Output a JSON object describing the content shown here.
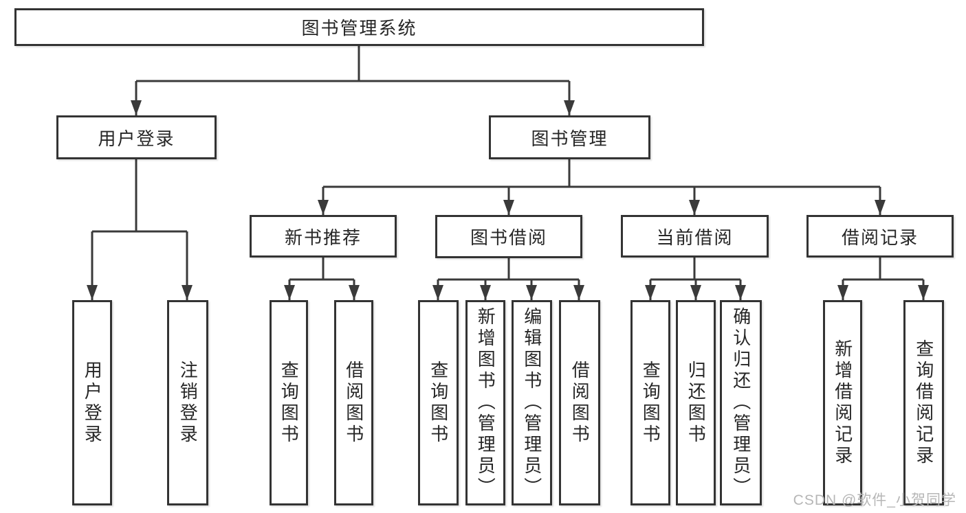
{
  "tree": {
    "root": "图书管理系统",
    "branches": [
      {
        "label": "用户登录",
        "leaves": [
          "用户登录",
          "注销登录"
        ]
      },
      {
        "label": "图书管理",
        "groups": [
          {
            "label": "新书推荐",
            "leaves": [
              "查询图书",
              "借阅图书"
            ]
          },
          {
            "label": "图书借阅",
            "leaves": [
              "查询图书",
              "新增图书（管理员）",
              "编辑图书（管理员）",
              "借阅图书"
            ]
          },
          {
            "label": "当前借阅",
            "leaves": [
              "查询图书",
              "归还图书",
              "确认归还（管理员）"
            ]
          },
          {
            "label": "借阅记录",
            "leaves": [
              "新增借阅记录",
              "查询借阅记录"
            ]
          }
        ]
      }
    ]
  },
  "watermark": "CSDN @软件_小贺同学",
  "colors": {
    "line": "#3a3a3a",
    "box_border": "#333333",
    "text": "#262626",
    "watermark": "#b6b6b6",
    "background": "#ffffff"
  }
}
